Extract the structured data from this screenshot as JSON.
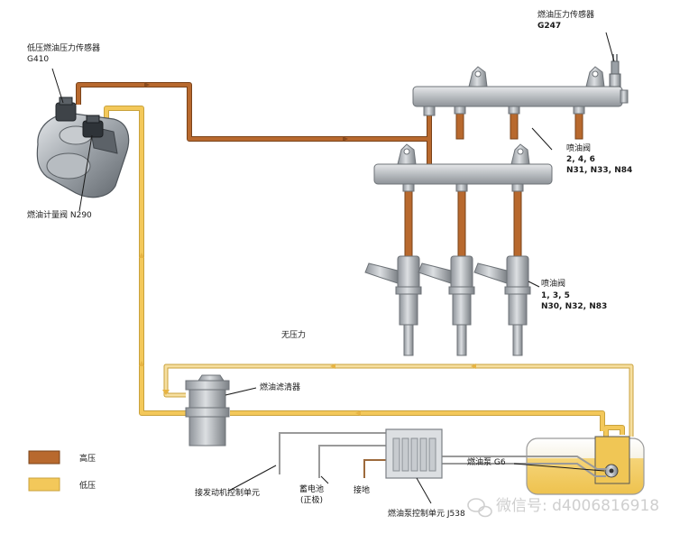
{
  "labels": {
    "low_pressure_sensor": "低压燃油压力传感器",
    "low_pressure_sensor_code": "G410",
    "metering_valve": "燃油计量阀  N290",
    "pressure_sensor": "燃油压力传感器",
    "pressure_sensor_code": "G247",
    "injectors_even_title": "喷油阀",
    "injectors_even_nums": "2, 4, 6",
    "injectors_even_codes": "N31, N33, N84",
    "injectors_odd_title": "喷油阀",
    "injectors_odd_nums": "1, 3, 5",
    "injectors_odd_codes": "N30, N32, N83",
    "no_pressure": "无压力",
    "fuel_filter": "燃油滤清器",
    "fuel_pump": "燃油泵  G6",
    "engine_ecu": "接发动机控制单元",
    "battery_line1": "蓄电池",
    "battery_line2": "(正极)",
    "ground": "接地",
    "pump_control_unit": "燃油泵控制单元  J538"
  },
  "legend": [
    {
      "label": "高压",
      "color": "#b8692e"
    },
    {
      "label": "低压",
      "color": "#f3c85a"
    }
  ],
  "colors": {
    "high_pressure": "#b8692e",
    "low_pressure": "#f3c85a",
    "return_line": "#f6dfa0"
  },
  "watermark": "微信号: d4006816918"
}
